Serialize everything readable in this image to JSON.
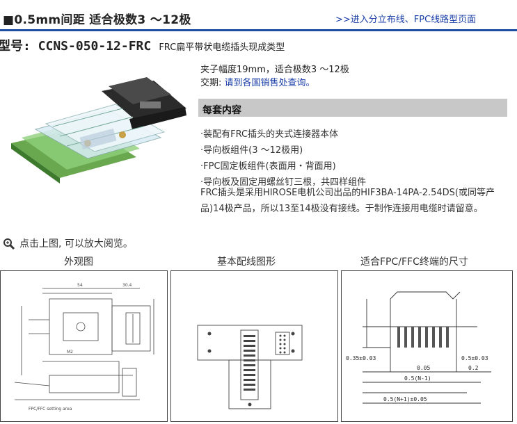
{
  "header": {
    "title": "■0.5mm间距  适合极数3 ～12极",
    "link": ">>进入分立布线、FPC线路型页面",
    "accent_color": "#1c4fa3"
  },
  "model": {
    "label": "型号: CCNS-050-12-FRC",
    "subtitle": "FRC扁平带状电缆插头现成类型"
  },
  "specs": {
    "line1": "夹子幅度19mm，适合极数3 ～12极",
    "delivery_label": "交期: ",
    "delivery_link": "请到各国销售处查询。"
  },
  "contents": {
    "title": "每套内容",
    "items": [
      "·装配有FRC插头的夹式连接器本体",
      "·导向板组件(3 ～12极用)",
      "·FPC固定板组件(表面用・背面用)",
      "·导向板及固定用螺丝钉三根，共四样组件"
    ],
    "description": "FRC插头是采用HIROSE电机公司出品的HIF3BA-14PA-2.54DS(或同等产品)14极产品，所以13至14极没有接线。于制作连接用电缆时请留意。"
  },
  "zoom_hint": "点击上图, 可以放大阅览。",
  "captions": {
    "exterior": "外观图",
    "wiring": "基本配线图形",
    "fpc": "适合FPC/FFC终端的尺寸"
  },
  "drawing_labels": {
    "fpc_dims": [
      "0.35±0.03",
      "0.5±0.03",
      "0.05",
      "0.5(N-1)",
      "0.2",
      "0.5(N+1)±0.05"
    ]
  }
}
